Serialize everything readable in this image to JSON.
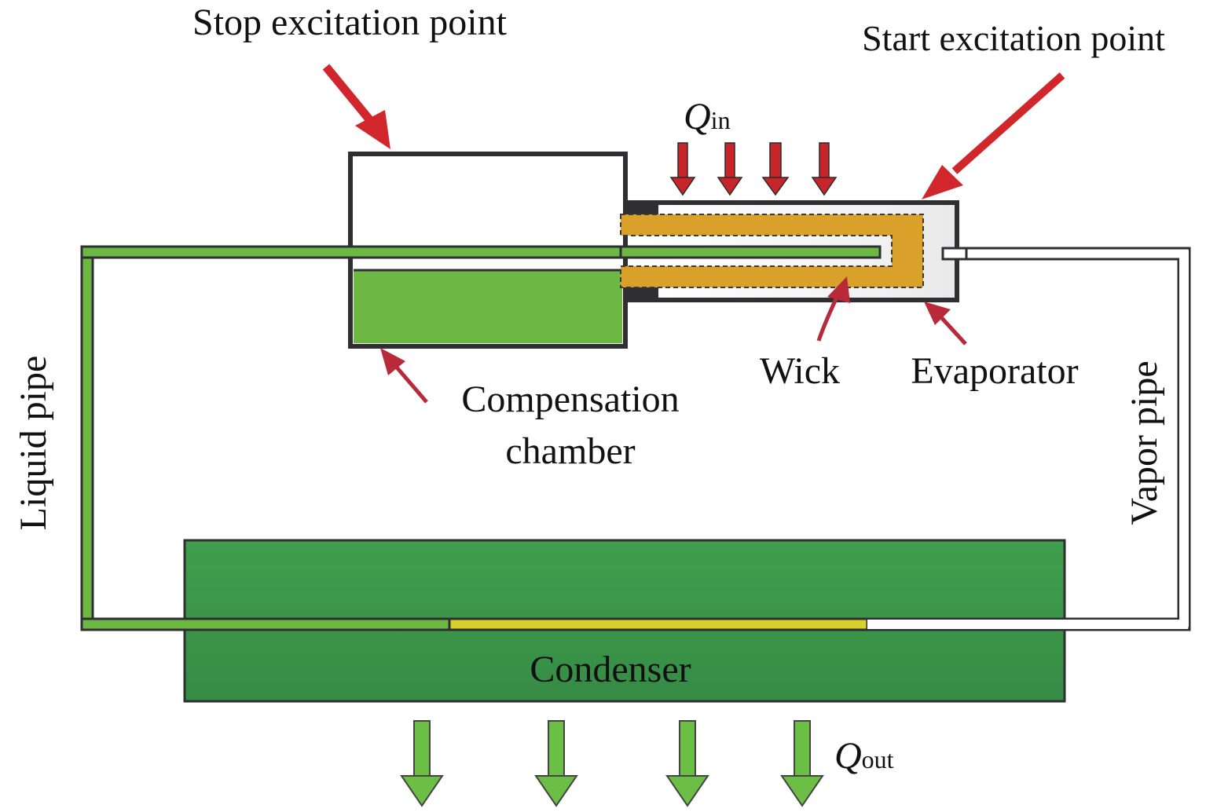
{
  "figure": {
    "type": "loop heat pipe schematic",
    "labels": {
      "stop_excitation": "Stop excitation point",
      "start_excitation": "Start excitation point",
      "q_in_symbol": "Q",
      "q_in_subscript": "in",
      "q_out_symbol": "Q",
      "q_out_subscript": "out",
      "wick": "Wick",
      "evaporator": "Evaporator",
      "compensation_line1": "Compensation",
      "compensation_line2": "chamber",
      "liquid_pipe": "Liquid pipe",
      "vapor_pipe": "Vapor pipe",
      "condenser": "Condenser"
    },
    "heat_in_arrow_count": 4,
    "heat_out_arrow_count": 4,
    "colors": {
      "outline": "#2e2e33",
      "liquid_green": "#6db843",
      "condenser_green": "#3a9a4c",
      "wick_gold": "#d9a12a",
      "two_phase_yellow": "#d8d02c",
      "vapor_white": "#ffffff",
      "callout_red": "#d1262b",
      "pointer_red": "#b8293a",
      "heat_out_green": "#6cbf45"
    }
  }
}
